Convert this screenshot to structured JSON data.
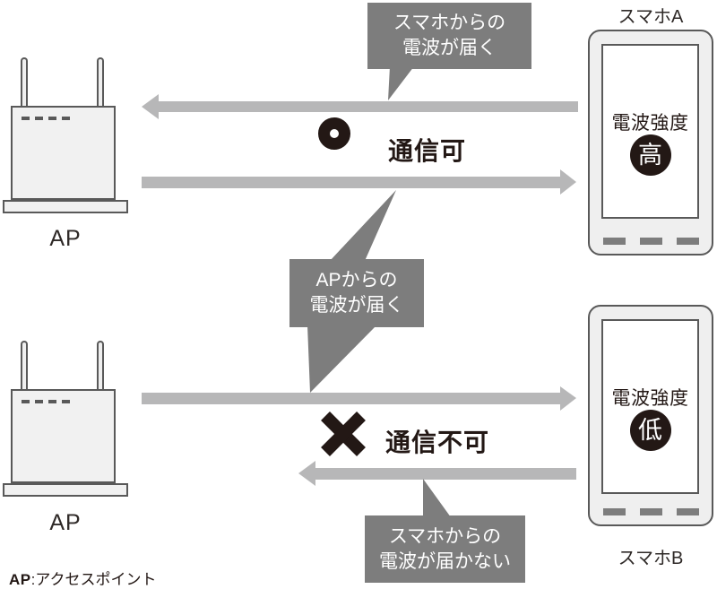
{
  "colors": {
    "arrow": "#b7b7b8",
    "callout": "#7d7d7d",
    "ink": "#231815",
    "device_fill": "#efefef",
    "device_border": "#595959",
    "screen_bg": "#ffffff",
    "badge_bg": "#231815",
    "badge_text": "#ffffff"
  },
  "section_top": {
    "ap_label": "AP",
    "phone_label": "スマホA",
    "signal_label": "電波強度",
    "signal_level": "高",
    "status_symbol": "○",
    "status_label": "通信可",
    "callout_from_phone": {
      "line1": "スマホからの",
      "line2": "電波が届く"
    }
  },
  "callout_from_ap": {
    "line1": "APからの",
    "line2": "電波が届く"
  },
  "section_bottom": {
    "ap_label": "AP",
    "phone_label": "スマホB",
    "signal_label": "電波強度",
    "signal_level": "低",
    "status_symbol": "✕",
    "status_label": "通信不可",
    "callout_from_phone": {
      "line1": "スマホからの",
      "line2": "電波が届かない"
    }
  },
  "footnote": {
    "term": "AP",
    "separator": ":",
    "definition": "アクセスポイント"
  }
}
